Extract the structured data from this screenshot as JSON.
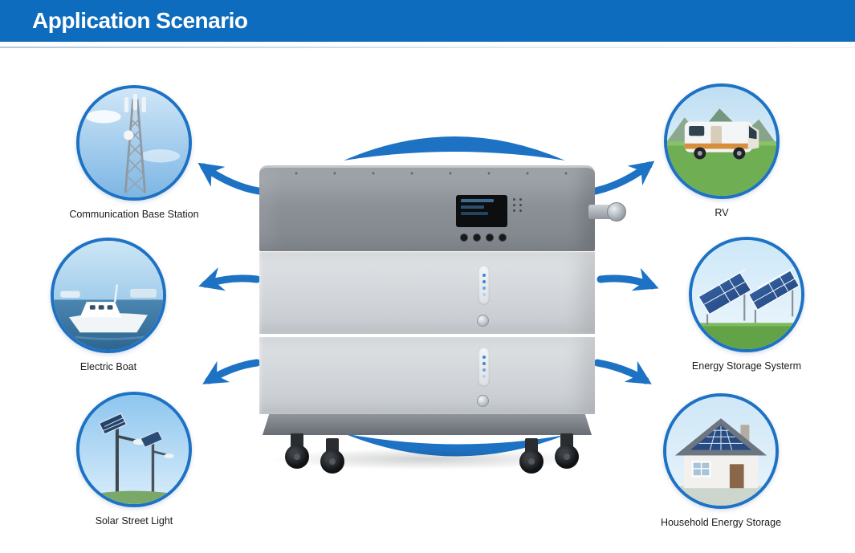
{
  "header": {
    "title": "Application Scenario"
  },
  "colors": {
    "header_blue": "#0d6cbd",
    "arrow_blue": "#1d72c4",
    "circle_border_blue": "#1d72c4"
  },
  "scenarios": [
    {
      "label": "Communication Base Station",
      "icon": "cell-tower-photo"
    },
    {
      "label": "Electric Boat",
      "icon": "boat-photo"
    },
    {
      "label": "Solar Street Light",
      "icon": "solar-street-lamp-photo"
    },
    {
      "label": "RV",
      "icon": "rv-camper-photo"
    },
    {
      "label": "Energy Storage Systerm",
      "icon": "solar-panel-array-photo"
    },
    {
      "label": "Household Energy Storage",
      "icon": "house-solar-roof-photo"
    }
  ]
}
